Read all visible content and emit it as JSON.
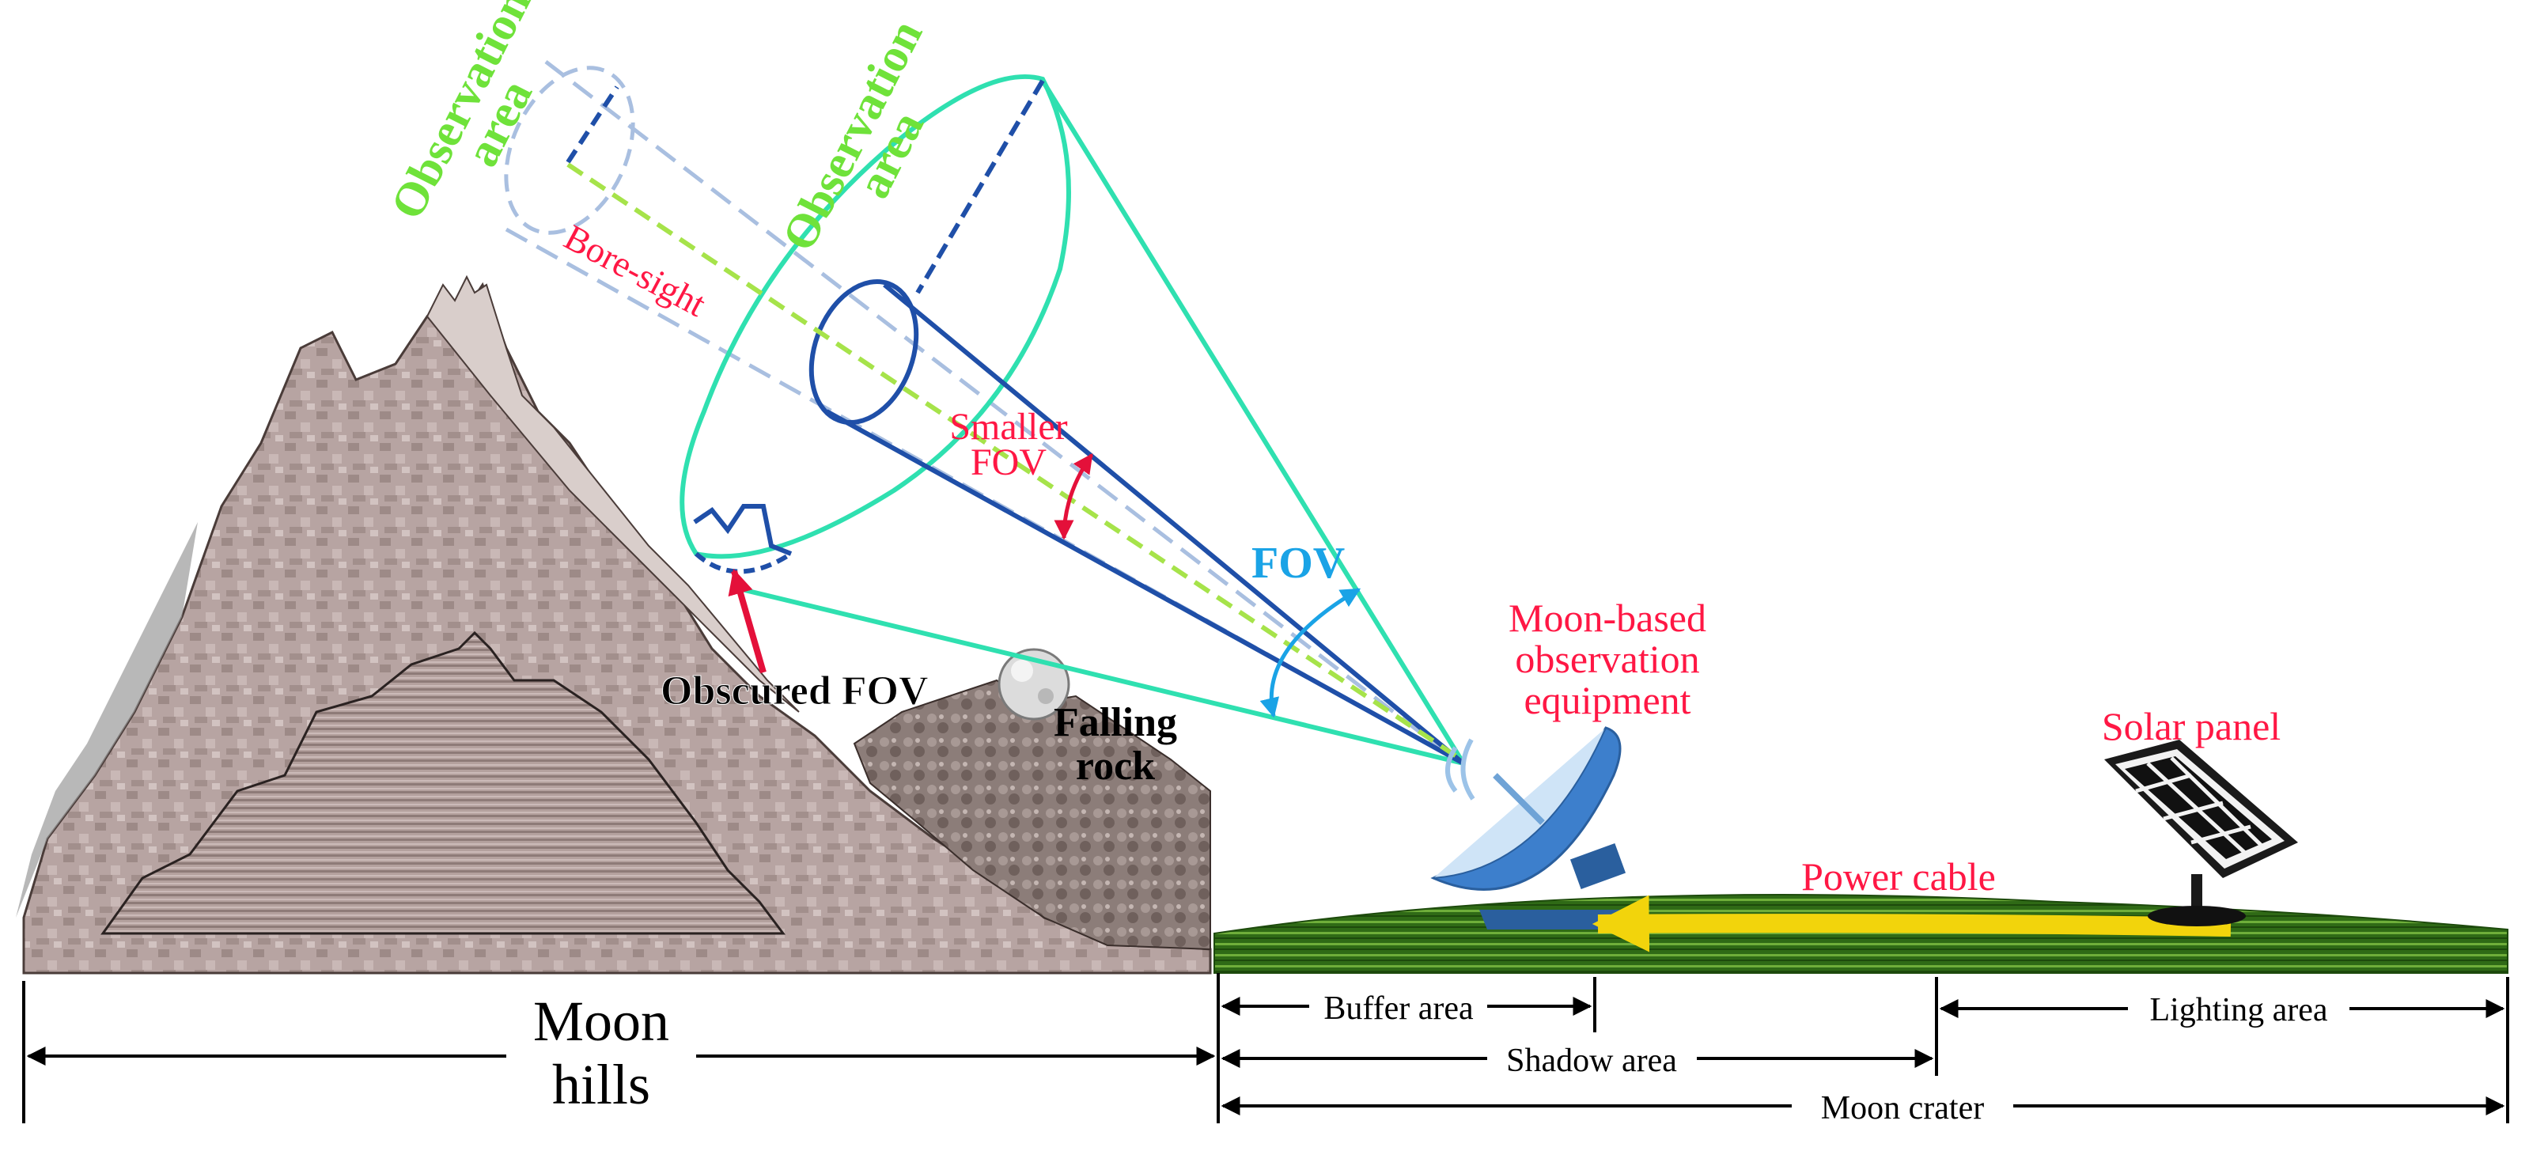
{
  "labels": {
    "observation_area_1": [
      "Observation",
      "area"
    ],
    "observation_area_2": [
      "Observation",
      "area"
    ],
    "bore_sight": "Bore-sight",
    "smaller_fov": [
      "Smaller",
      "FOV"
    ],
    "fov": "FOV",
    "obscured_fov": "Obscured FOV",
    "falling_rock": [
      "Falling",
      "rock"
    ],
    "equipment": [
      "Moon-based",
      "observation",
      "equipment"
    ],
    "solar_panel": "Solar panel",
    "power_cable": "Power cable",
    "moon_hills": [
      "Moon",
      "hills"
    ],
    "buffer_area": "Buffer area",
    "shadow_area": "Shadow area",
    "lighting_area": "Lighting area",
    "moon_crater": "Moon crater"
  },
  "colors": {
    "observation_green": "#6fe23a",
    "label_red": "#ff1744",
    "fov_blue": "#1aa3e6",
    "outer_cone": "#2fe0b0",
    "inner_cone": "#1f4fa8",
    "bore_sight_line": "#a6e34a",
    "hill_fill": "#b9a7a5",
    "hill_dark": "#8a7874",
    "ground_green": "#3f7a1f",
    "cable_yellow": "#f2d40c"
  }
}
